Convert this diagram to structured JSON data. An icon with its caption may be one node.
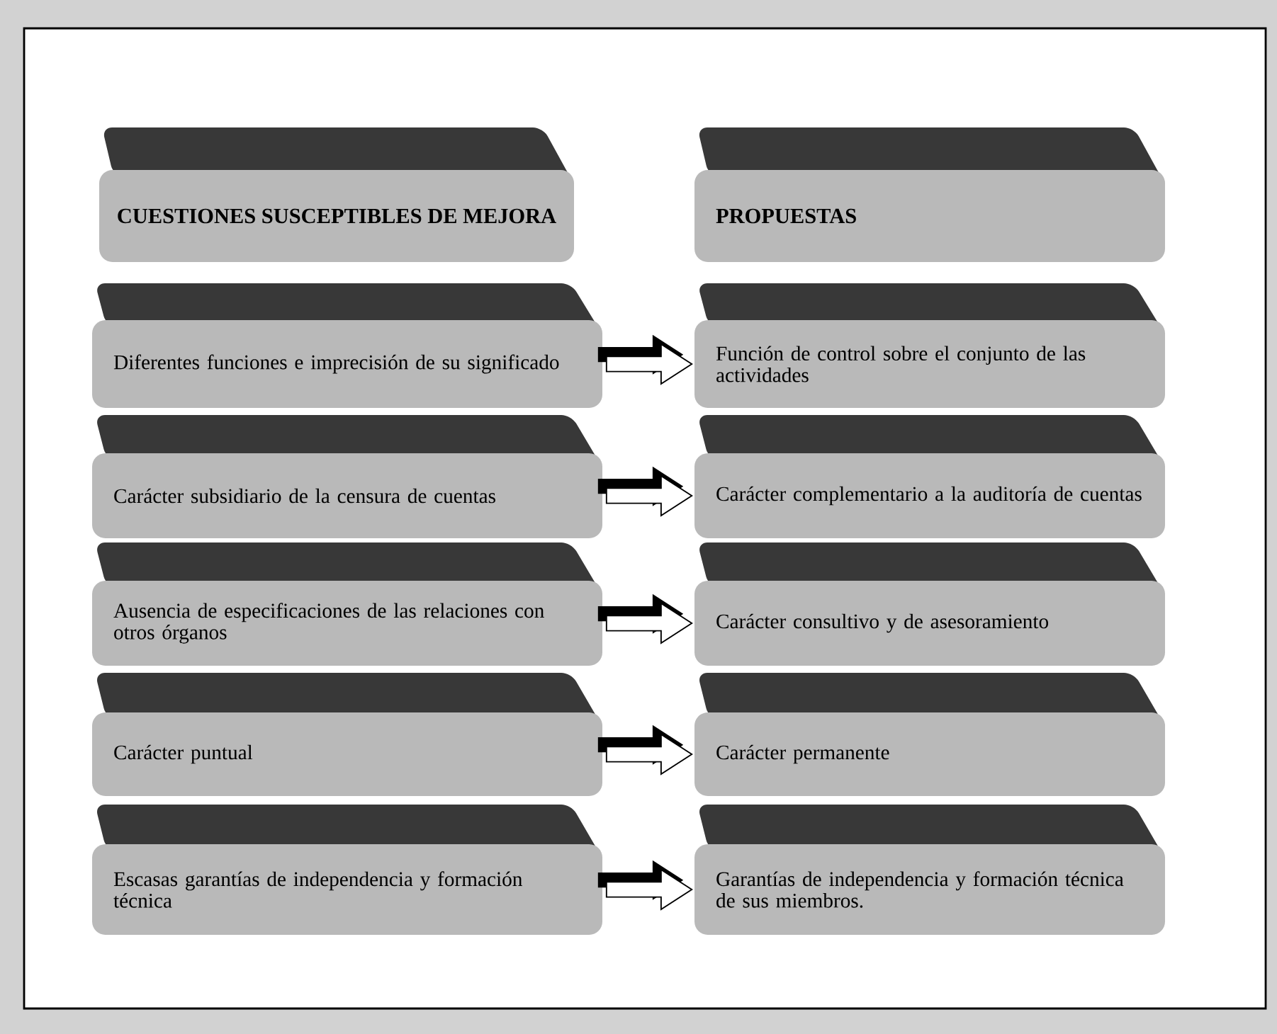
{
  "diagram": {
    "nodes": [
      {
        "text": [
          "CUESTIONES SUSCEPTIBLES DE MEJORA"
        ]
      },
      {
        "text": [
          "PROPUESTAS"
        ]
      },
      {
        "text": [
          "Diferentes funciones  e imprecisión de su significado"
        ]
      },
      {
        "text": [
          "Función de control sobre el conjunto de las actividades"
        ]
      },
      {
        "text": [
          "Carácter subsidiario de la censura de cuentas"
        ]
      },
      {
        "text": [
          "Carácter complementario a la auditoría de cuentas"
        ]
      },
      {
        "text": [
          "Ausencia de especificaciones de las relaciones con otros órganos"
        ]
      },
      {
        "text": [
          "Carácter consultivo y de asesoramiento"
        ]
      },
      {
        "text": [
          "Carácter puntual"
        ]
      },
      {
        "text": [
          "Carácter permanente"
        ]
      },
      {
        "text": [
          "Escasas garantías de independencia y formación técnica"
        ]
      },
      {
        "text": [
          "Garantías de independencia y formación técnica de sus miembros."
        ]
      }
    ],
    "edges": [
      {
        "from": 2,
        "to": 3,
        "arrow": "to"
      },
      {
        "from": 4,
        "to": 5,
        "arrow": "to"
      },
      {
        "from": 6,
        "to": 7,
        "arrow": "to"
      },
      {
        "from": 8,
        "to": 9,
        "arrow": "to"
      },
      {
        "from": 10,
        "to": 11,
        "arrow": "to"
      }
    ]
  }
}
